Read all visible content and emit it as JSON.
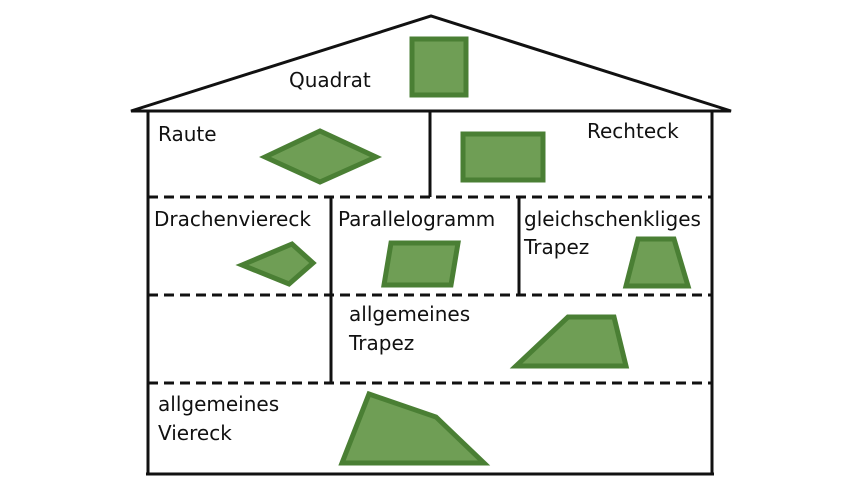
{
  "labels": {
    "quadrat": "Quadrat",
    "raute": "Raute",
    "rechteck": "Rechteck",
    "drachenviereck": "Drachenviereck",
    "parallelogramm": "Parallelogramm",
    "gleichschenkliges_trapez": [
      "gleichschenkliges",
      "Trapez"
    ],
    "allgemeines_trapez": [
      "allgemeines",
      "Trapez"
    ],
    "allgemeines_viereck": [
      "allgemeines",
      "Viereck"
    ]
  },
  "colors": {
    "outline": "#111111",
    "shape_fill": "#6f9e55",
    "shape_stroke": "#4a7f34",
    "background": "#ffffff"
  }
}
